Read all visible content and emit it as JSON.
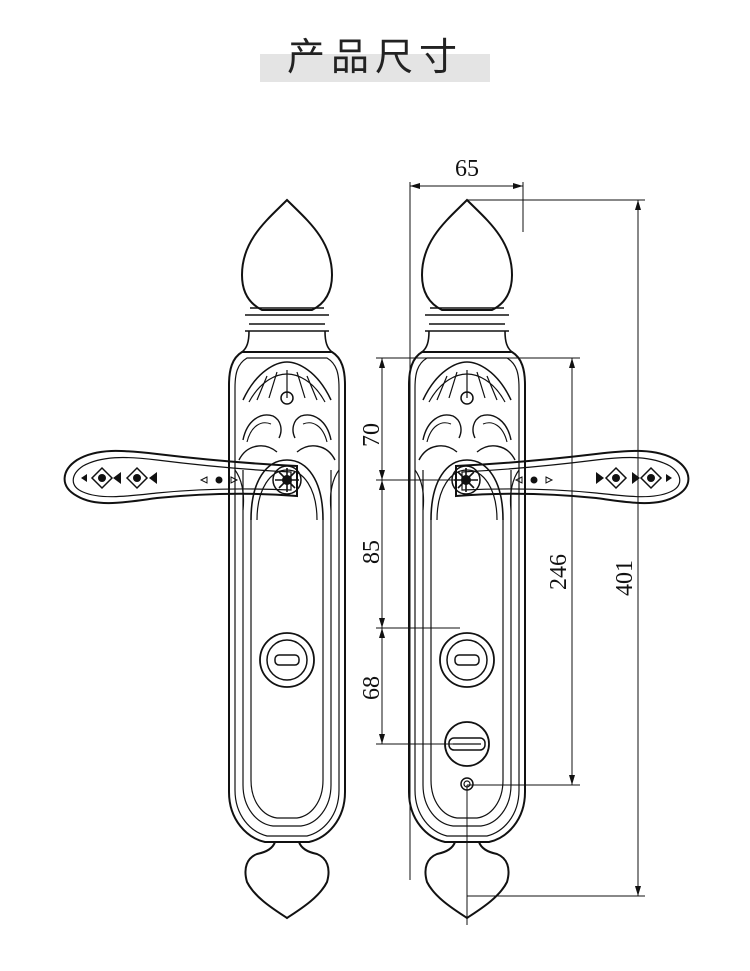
{
  "header": {
    "title": "产品尺寸"
  },
  "dimensions": {
    "width": "65",
    "upper_gap": "70",
    "middle_gap": "85",
    "lower_gap": "68",
    "spindle_to_hole": "246",
    "total_height": "401"
  },
  "colors": {
    "line": "#111111",
    "band": "#e4e4e4",
    "background": "#ffffff"
  }
}
